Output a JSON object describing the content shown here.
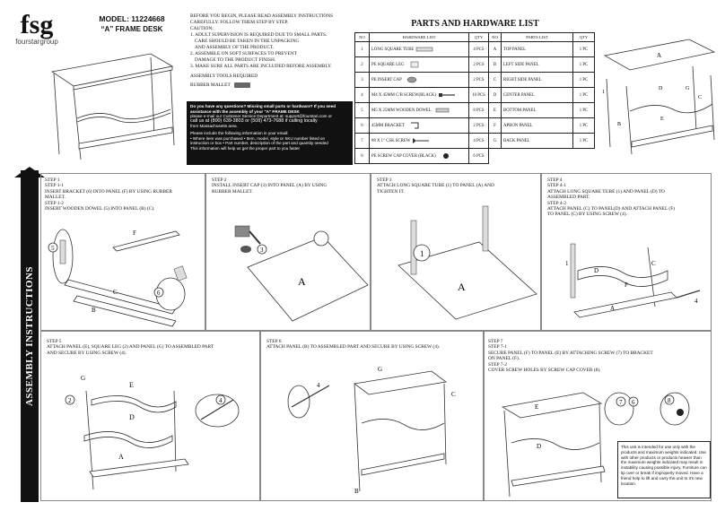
{
  "brand": {
    "logo_mark": "fsg",
    "name": "fourstargroup"
  },
  "model": {
    "line1": "MODEL: 11224668",
    "line2": "“A” FRAME DESK"
  },
  "instructions": {
    "lines": [
      "BEFORE YOU BEGIN, PLEASE READ ASSEMBLY INSTRUCTIONS",
      "CAREFULLY. FOLLOW THEM STEP BY STEP.",
      "CAUTION:",
      "1. ADULT SUPERVISION IS REQUIRED DUE TO SMALL PARTS.",
      "   CARE SHOULD BE TAKEN IN THE UNPACKING",
      "   AND ASSEMBLY OF THE PRODUCT.",
      "2. ASSEMBLE ON SOFT SURFACES TO PREVENT",
      "   DAMAGE TO THE PRODUCT FINISH.",
      "3. MAKE SURE ALL PARTS ARE INCLUDED BEFORE ASSEMBLY."
    ],
    "tools_label": "ASSEMBLY TOOLS REQUIRED",
    "tool": "RUBBER MALLET"
  },
  "contact": {
    "l1": "Do you have any questions? Missing small parts or hardware? If you need",
    "l2": "assistance with the assembly of your \"A\" FRAME DESK",
    "l3": "please e-mail our Customer Service Department at: support@fourstari.com or",
    "l4": "call us at (800) 639-3803 or (508) 473-7688 if calling locally",
    "l5": "from Massachusetts area.",
    "l6": "Please include the following information in your email:",
    "l7": "• Where item was purchased • Item, model, style or SKU number listed on",
    "l8": "instruction or box • Part number, description of the part and quantity needed",
    "l9": "This information will help us get the proper part to you faster"
  },
  "parts": {
    "title": "PARTS AND HARDWARE LIST",
    "headers": [
      "NO",
      "HARDWARE LIST",
      "QTY",
      "NO",
      "PARTS LIST",
      "QTY"
    ],
    "hardware": [
      {
        "no": "1",
        "name": "LONG SQUARE TUBE",
        "qty": "4 PCS"
      },
      {
        "no": "2",
        "name": "PE SQUARE LEG",
        "qty": "2 PCS"
      },
      {
        "no": "3",
        "name": "PE INSERT CAP",
        "qty": "2 PCS"
      },
      {
        "no": "4",
        "name": "M4 x 45MM C/B SCREW(BLACK)",
        "qty": "10 PCS"
      },
      {
        "no": "5",
        "name": "M5 x 25MM WOODEN DOWEL",
        "qty": "8 PCS"
      },
      {
        "no": "6",
        "name": "45MM BRACKET",
        "qty": "2 PCS"
      },
      {
        "no": "7",
        "name": "#8 x 1\" CSK SCREW",
        "qty": "4 PCS"
      },
      {
        "no": "8",
        "name": "PE SCREW CAP COVER (BLACK)",
        "qty": "6 PCS"
      }
    ],
    "panels": [
      {
        "no": "A",
        "name": "TOP PANEL",
        "qty": "1 PC"
      },
      {
        "no": "B",
        "name": "LEFT SIDE PANEL",
        "qty": "1 PC"
      },
      {
        "no": "C",
        "name": "RIGHT SIDE PANEL",
        "qty": "1 PC"
      },
      {
        "no": "D",
        "name": "CENTER PANEL",
        "qty": "1 PC"
      },
      {
        "no": "E",
        "name": "BOTTOM PANEL",
        "qty": "1 PC"
      },
      {
        "no": "F",
        "name": "APRON PANEL",
        "qty": "1 PC"
      },
      {
        "no": "G",
        "name": "BACK PANEL",
        "qty": "1 PC"
      }
    ]
  },
  "side_label": "ASSEMBLY INSTRUCTIONS",
  "steps": {
    "s1": [
      "STEP 1",
      "STEP 1-1",
      "INSERT BRACKET (6) INTO PANEL (F) BY USING RUBBER",
      "MALLET.",
      "STEP 1-2",
      "INSERT WOODEN DOWEL (5) INTO PANEL (B) (C)."
    ],
    "s2": [
      "STEP 2",
      "INSTALL INSERT CAP (3) INTO PANEL (A) BY USING",
      "RUBBER MALLET."
    ],
    "s3": [
      "STEP 3",
      "ATTACH LONG SQUARE TUBE (1) TO PANEL (A) AND",
      "TIGHTEN IT."
    ],
    "s4": [
      "STEP 4",
      "STEP 4-1",
      "ATTACH LONG SQUARE TUBE (1) AND PANEL (D) TO",
      "ASSEMBLED PART.",
      "STEP 4-2",
      "ATTACH PANEL (C) TO PANEL(D) AND ATTACH PANEL (F)",
      "TO PANEL (C) BY USING SCREW (4)."
    ],
    "s5": [
      "STEP 5",
      "ATTACH PANEL (E), SQUARE LEG (2) AND PANEL (G) TO ASSEMBLED PART",
      "AND SECURE BY USING SCREW (4)."
    ],
    "s6": [
      "STEP 6",
      "ATTACH PANEL (B) TO ASSEMBLED PART AND SECURE BY USING SCREW (4)."
    ],
    "s7": [
      "STEP 7",
      "STEP 7-1",
      "SECURE PANEL (F) TO PANEL (E) BY ATTACHING SCREW (7) TO BRACKET",
      "ON PANEL (F).",
      "STEP 7-2",
      "COVER SCREW HOLES BY SCREW CAP COVER (8)."
    ]
  },
  "warning": "This unit is intended for use only with the products and maximum weights indicated. Use with other products or products heavier than the maximum weights indicated may result in instability causing possible injury. Furniture can tip over or break if improperly moved. Have a friend help to lift and carry the unit to it's new location.",
  "callouts": {
    "n1": "1",
    "n2": "2",
    "n3": "3",
    "n4": "4",
    "n5": "5",
    "n6": "6",
    "n7": "7",
    "n8": "8",
    "A": "A",
    "B": "B",
    "C": "C",
    "D": "D",
    "E": "E",
    "F": "F",
    "G": "G"
  }
}
